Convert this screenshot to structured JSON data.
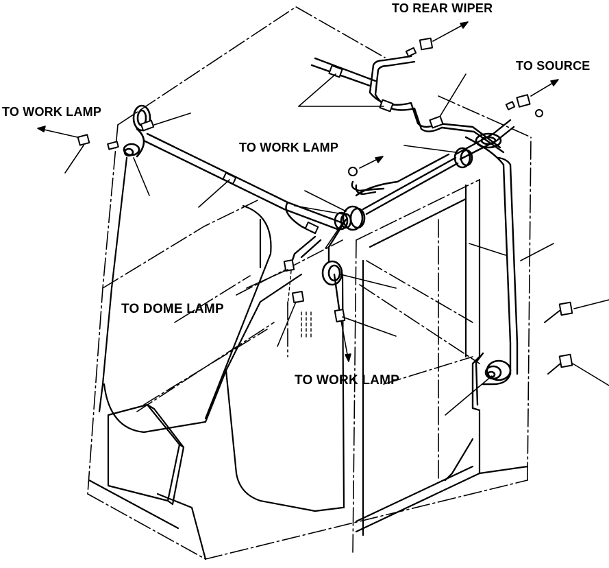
{
  "diagram": {
    "labels": {
      "rear_wiper": "TO REAR WIPER",
      "source": "TO SOURCE",
      "work_lamp_left": "TO WORK LAMP",
      "work_lamp_center": "TO WORK LAMP",
      "dome_lamp": "TO  DOME  LAMP",
      "work_lamp_bottom": "TO WORK LAMP"
    },
    "colors": {
      "ink": "#000000",
      "paper": "#ffffff"
    }
  }
}
